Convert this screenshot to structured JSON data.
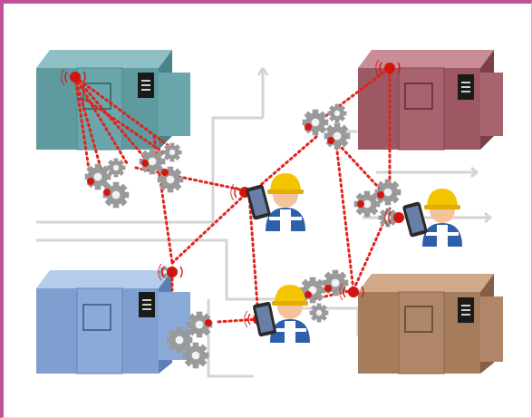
{
  "figure": {
    "machines": [
      {
        "id": "machine-teal",
        "color": "#5f9a9f"
      },
      {
        "id": "machine-maroon",
        "color": "#9c5964"
      },
      {
        "id": "machine-blue",
        "color": "#7f9fd1"
      },
      {
        "id": "machine-brown",
        "color": "#a57c5c"
      }
    ],
    "workers": [
      {
        "id": "worker-top"
      },
      {
        "id": "worker-right"
      },
      {
        "id": "worker-bottom"
      }
    ],
    "gear_clusters": 7,
    "colors": {
      "frame_accent": "#c0509a",
      "network_link": "#e2231a",
      "sensor_node": "#d4140f",
      "gear": "#9a9a9a",
      "helmet": "#f4c400",
      "vest": "#2e5faa",
      "skin": "#f3c39a",
      "background_lines": "#d4d4d4"
    },
    "icons": [
      "gear-icon",
      "worker-icon",
      "tablet-icon",
      "wireless-signal-icon",
      "control-panel-icon"
    ]
  }
}
